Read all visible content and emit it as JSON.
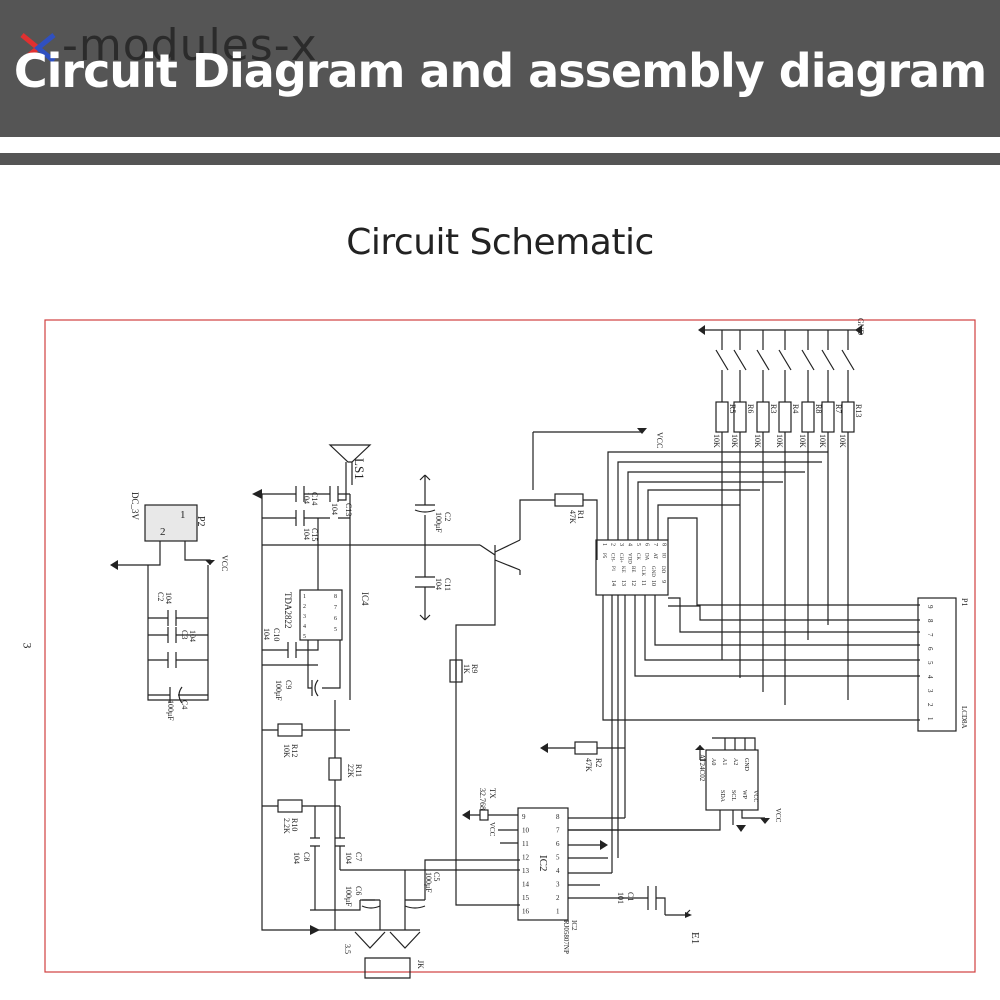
{
  "header": {
    "watermark": "-modules-x",
    "title": "Circuit Diagram and assembly diagram"
  },
  "section_title": "Circuit Schematic",
  "page_number": "3",
  "colors": {
    "banner": "#555555",
    "frame": "#d04040",
    "wire": "#222222",
    "logo_red": "#e03030",
    "logo_blue": "#3050c0"
  },
  "schematic": {
    "labels": {
      "p2": "P2",
      "dc": "DC_3V",
      "p2_pin1": "1",
      "p2_pin2": "2",
      "vcc": "VCC",
      "gnd": "GND",
      "c2": "C2",
      "c2v": "104",
      "c3": "C3",
      "c3v": "104",
      "c4": "C4",
      "c4v": "100μF",
      "ls1": "LS1",
      "c14": "C14",
      "c14v": "104",
      "c13": "C13",
      "c13v": "104",
      "c15": "C15",
      "c15v": "104",
      "ic4": "IC4",
      "tda": "TDA2822",
      "c10": "C10",
      "c10v": "104",
      "c9": "C9",
      "c9v": "100μF",
      "c2b": "C2",
      "c2bv": "100μF",
      "c11": "C11",
      "c11v": "104",
      "r1": "R1",
      "r1v": "47K",
      "r12": "R12",
      "r12v": "10K",
      "r11": "R11",
      "r11v": "22K",
      "r10": "R10",
      "r10v": "2.2K",
      "c8": "C8",
      "c8v": "104",
      "c7": "C7",
      "c7v": "104",
      "c6": "C6",
      "c6v": "100μF",
      "c5": "C5",
      "c5v": "100μF",
      "r9": "R9",
      "r9v": "1K",
      "tx": "TX",
      "txv": "32.768",
      "ic2": "IC2",
      "ic2part": "RJ05807NP",
      "c1": "C1",
      "c1v": "101",
      "e1": "E1",
      "r2": "R2",
      "r2v": "47K",
      "at24": "AT24C02",
      "p1": "P1",
      "lcd": "LCD8A",
      "j35": "3.5",
      "jk": "JK",
      "r5": "R5",
      "r6": "R6",
      "r3": "R3",
      "r4": "R4",
      "r8": "R8",
      "r7": "R7",
      "r13": "R13",
      "r10k": "10K"
    },
    "ic4_left_pins": [
      "1",
      "2",
      "3",
      "4",
      "5"
    ],
    "ic4_right_pins": [
      "8",
      "7",
      "6",
      "5"
    ],
    "ic2_left_pins": [
      "9",
      "10",
      "11",
      "12",
      "13",
      "14",
      "15",
      "16"
    ],
    "ic2_right_pins": [
      "8",
      "7",
      "6",
      "5",
      "4",
      "3",
      "2",
      "1"
    ],
    "mcu_left_pins": [
      "1",
      "2",
      "3",
      "4",
      "5",
      "6",
      "7",
      "8"
    ],
    "mcu_left_names": [
      "P5",
      "CH-",
      "CH+",
      "VDD",
      "CK",
      "DA",
      "AT",
      "IO"
    ],
    "mcu_right_pins": [
      "14",
      "13",
      "12",
      "11",
      "10",
      "9"
    ],
    "mcu_right_names": [
      "P1",
      "KE",
      "BE",
      "CLK",
      "GND",
      "DD"
    ],
    "p1_pins": [
      "9",
      "8",
      "7",
      "6",
      "5",
      "4",
      "3",
      "2",
      "1"
    ],
    "at24_left": [
      "A0",
      "A1",
      "A2",
      "GND"
    ],
    "at24_right": [
      "VCC",
      "WP",
      "SCL",
      "SDA"
    ]
  }
}
